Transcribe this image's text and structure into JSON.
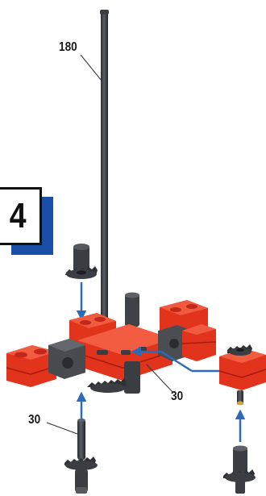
{
  "step": {
    "number": "4"
  },
  "labels": {
    "axle_long": "180",
    "axle_short_right": "30",
    "axle_short_left": "30"
  },
  "colors": {
    "brick_red": "#e2331d",
    "brick_dark_red": "#a81c10",
    "part_dark_gray": "#3a3d42",
    "arrow_blue": "#2d6ab8",
    "step_accent_blue": "#1a4fa8"
  },
  "icons": [
    "axle-180-icon",
    "axle-30-icon",
    "spur-gear-icon",
    "red-building-block-icon",
    "gray-building-block-icon",
    "assembly-arrow-icon"
  ]
}
